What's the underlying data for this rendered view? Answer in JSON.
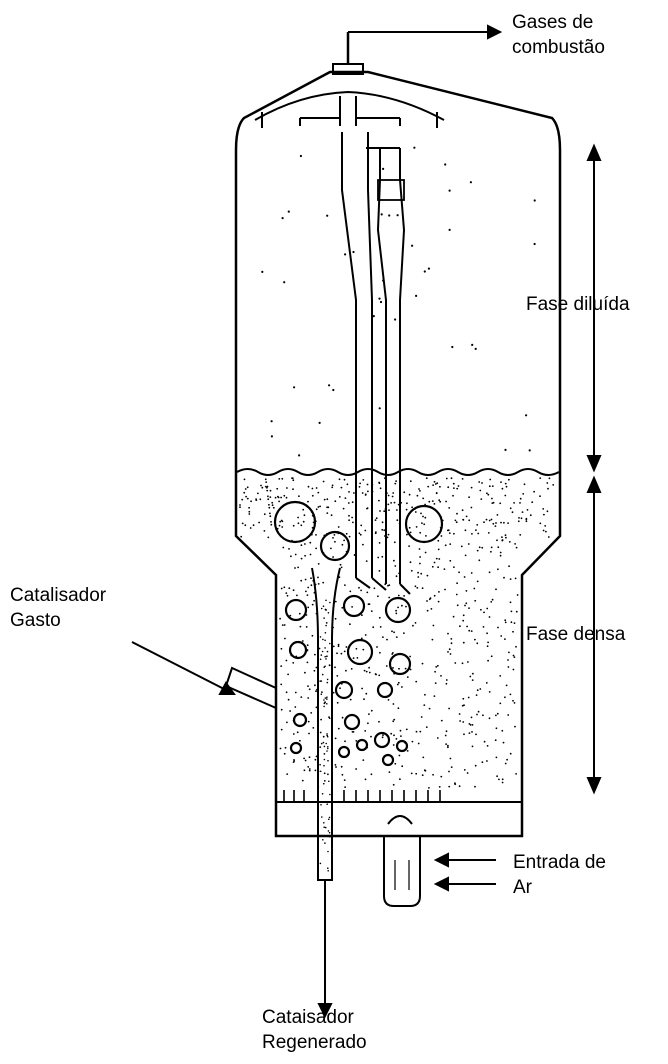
{
  "labels": {
    "combustion_gases": [
      "Gases de",
      "combustão"
    ],
    "dilute_phase": "Fase diluída",
    "dense_phase": "Fase densa",
    "spent_catalyst": [
      "Catalisador",
      "Gasto"
    ],
    "air_inlet": [
      "Entrada de",
      "Ar"
    ],
    "regenerated_catalyst": [
      "Cataisador",
      "Regenerado"
    ]
  },
  "colors": {
    "ink": "#000000",
    "background": "#ffffff"
  }
}
